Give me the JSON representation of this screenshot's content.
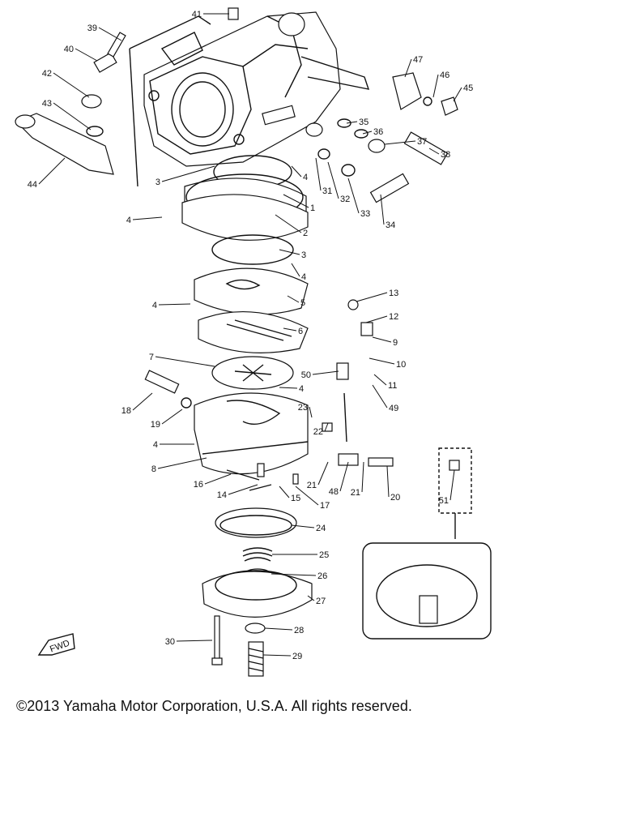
{
  "labels": [
    "1",
    "2",
    "3",
    "3",
    "4",
    "4",
    "4",
    "4",
    "4",
    "4",
    "5",
    "6",
    "7",
    "8",
    "9",
    "10",
    "11",
    "12",
    "13",
    "14",
    "15",
    "16",
    "17",
    "18",
    "19",
    "20",
    "21",
    "21",
    "22",
    "23",
    "24",
    "25",
    "26",
    "27",
    "28",
    "29",
    "30",
    "31",
    "32",
    "33",
    "34",
    "35",
    "36",
    "37",
    "38",
    "39",
    "40",
    "41",
    "42",
    "43",
    "44",
    "45",
    "46",
    "47",
    "48",
    "49",
    "50",
    "51"
  ],
  "direction_marker": "FWD",
  "copyright": "©2013 Yamaha Motor Corporation, U.S.A. All rights reserved."
}
